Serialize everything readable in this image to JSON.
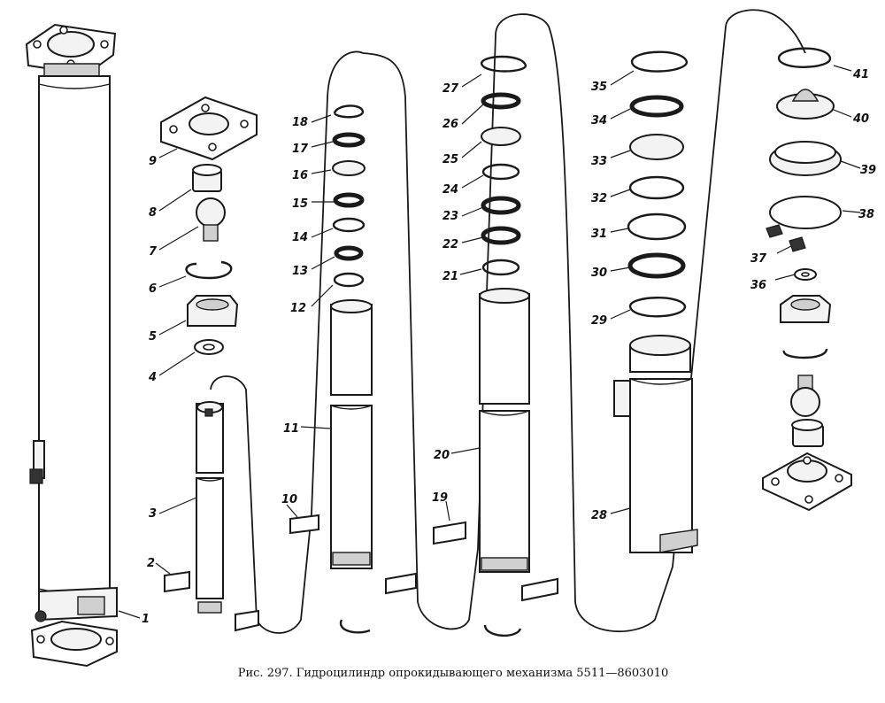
{
  "caption": "Рис. 297. Гидроцилиндр опрокидывающего механизма 5511—8603010",
  "labels": {
    "p1": "1",
    "p2": "2",
    "p3": "3",
    "p4": "4",
    "p5": "5",
    "p6": "6",
    "p7": "7",
    "p8": "8",
    "p9": "9",
    "p10": "10",
    "p11": "11",
    "p12": "12",
    "p13": "13",
    "p14": "14",
    "p15": "15",
    "p16": "16",
    "p17": "17",
    "p18": "18",
    "p19": "19",
    "p20": "20",
    "p21": "21",
    "p22": "22",
    "p23": "23",
    "p24": "24",
    "p25": "25",
    "p26": "26",
    "p27": "27",
    "p28": "28",
    "p29": "29",
    "p30": "30",
    "p31": "31",
    "p32": "32",
    "p33": "33",
    "p34": "34",
    "p35": "35",
    "p36": "36",
    "p37": "37",
    "p38": "38",
    "p39": "39",
    "p40": "40",
    "p41": "41"
  }
}
